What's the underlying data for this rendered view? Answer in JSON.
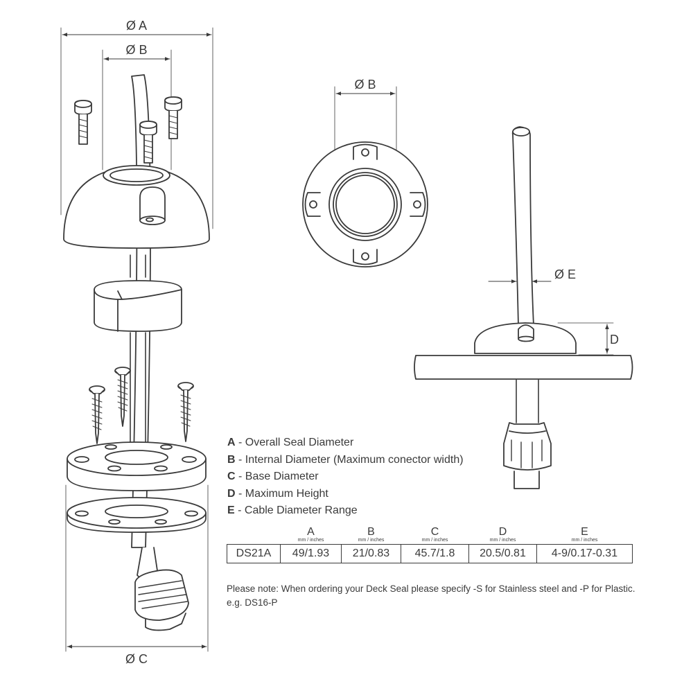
{
  "dimension_labels": {
    "a": "Ø A",
    "b": "Ø B",
    "c": "Ø C",
    "d": "D",
    "e": "Ø E"
  },
  "legend": [
    {
      "key": "A",
      "text": " - Overall Seal Diameter"
    },
    {
      "key": "B",
      "text": " - Internal Diameter (Maximum conector width)"
    },
    {
      "key": "C",
      "text": " - Base Diameter"
    },
    {
      "key": "D",
      "text": " - Maximum Height"
    },
    {
      "key": "E",
      "text": " - Cable Diameter Range"
    }
  ],
  "table": {
    "columns": [
      {
        "label": "A",
        "unit": "mm / inches"
      },
      {
        "label": "B",
        "unit": "mm / inches"
      },
      {
        "label": "C",
        "unit": "mm / inches"
      },
      {
        "label": "D",
        "unit": "mm / inches"
      },
      {
        "label": "E",
        "unit": "mm / inches"
      }
    ],
    "row": {
      "model": "DS21A",
      "values": [
        "49/1.93",
        "21/0.83",
        "45.7/1.8",
        "20.5/0.81",
        "4-9/0.17-0.31"
      ]
    }
  },
  "note": "Please note: When ordering your Deck Seal please specify -S for Stainless steel and -P for Plastic.   e.g. DS16-P",
  "colors": {
    "line": "#3a3a3a",
    "fill": "#ffffff"
  }
}
